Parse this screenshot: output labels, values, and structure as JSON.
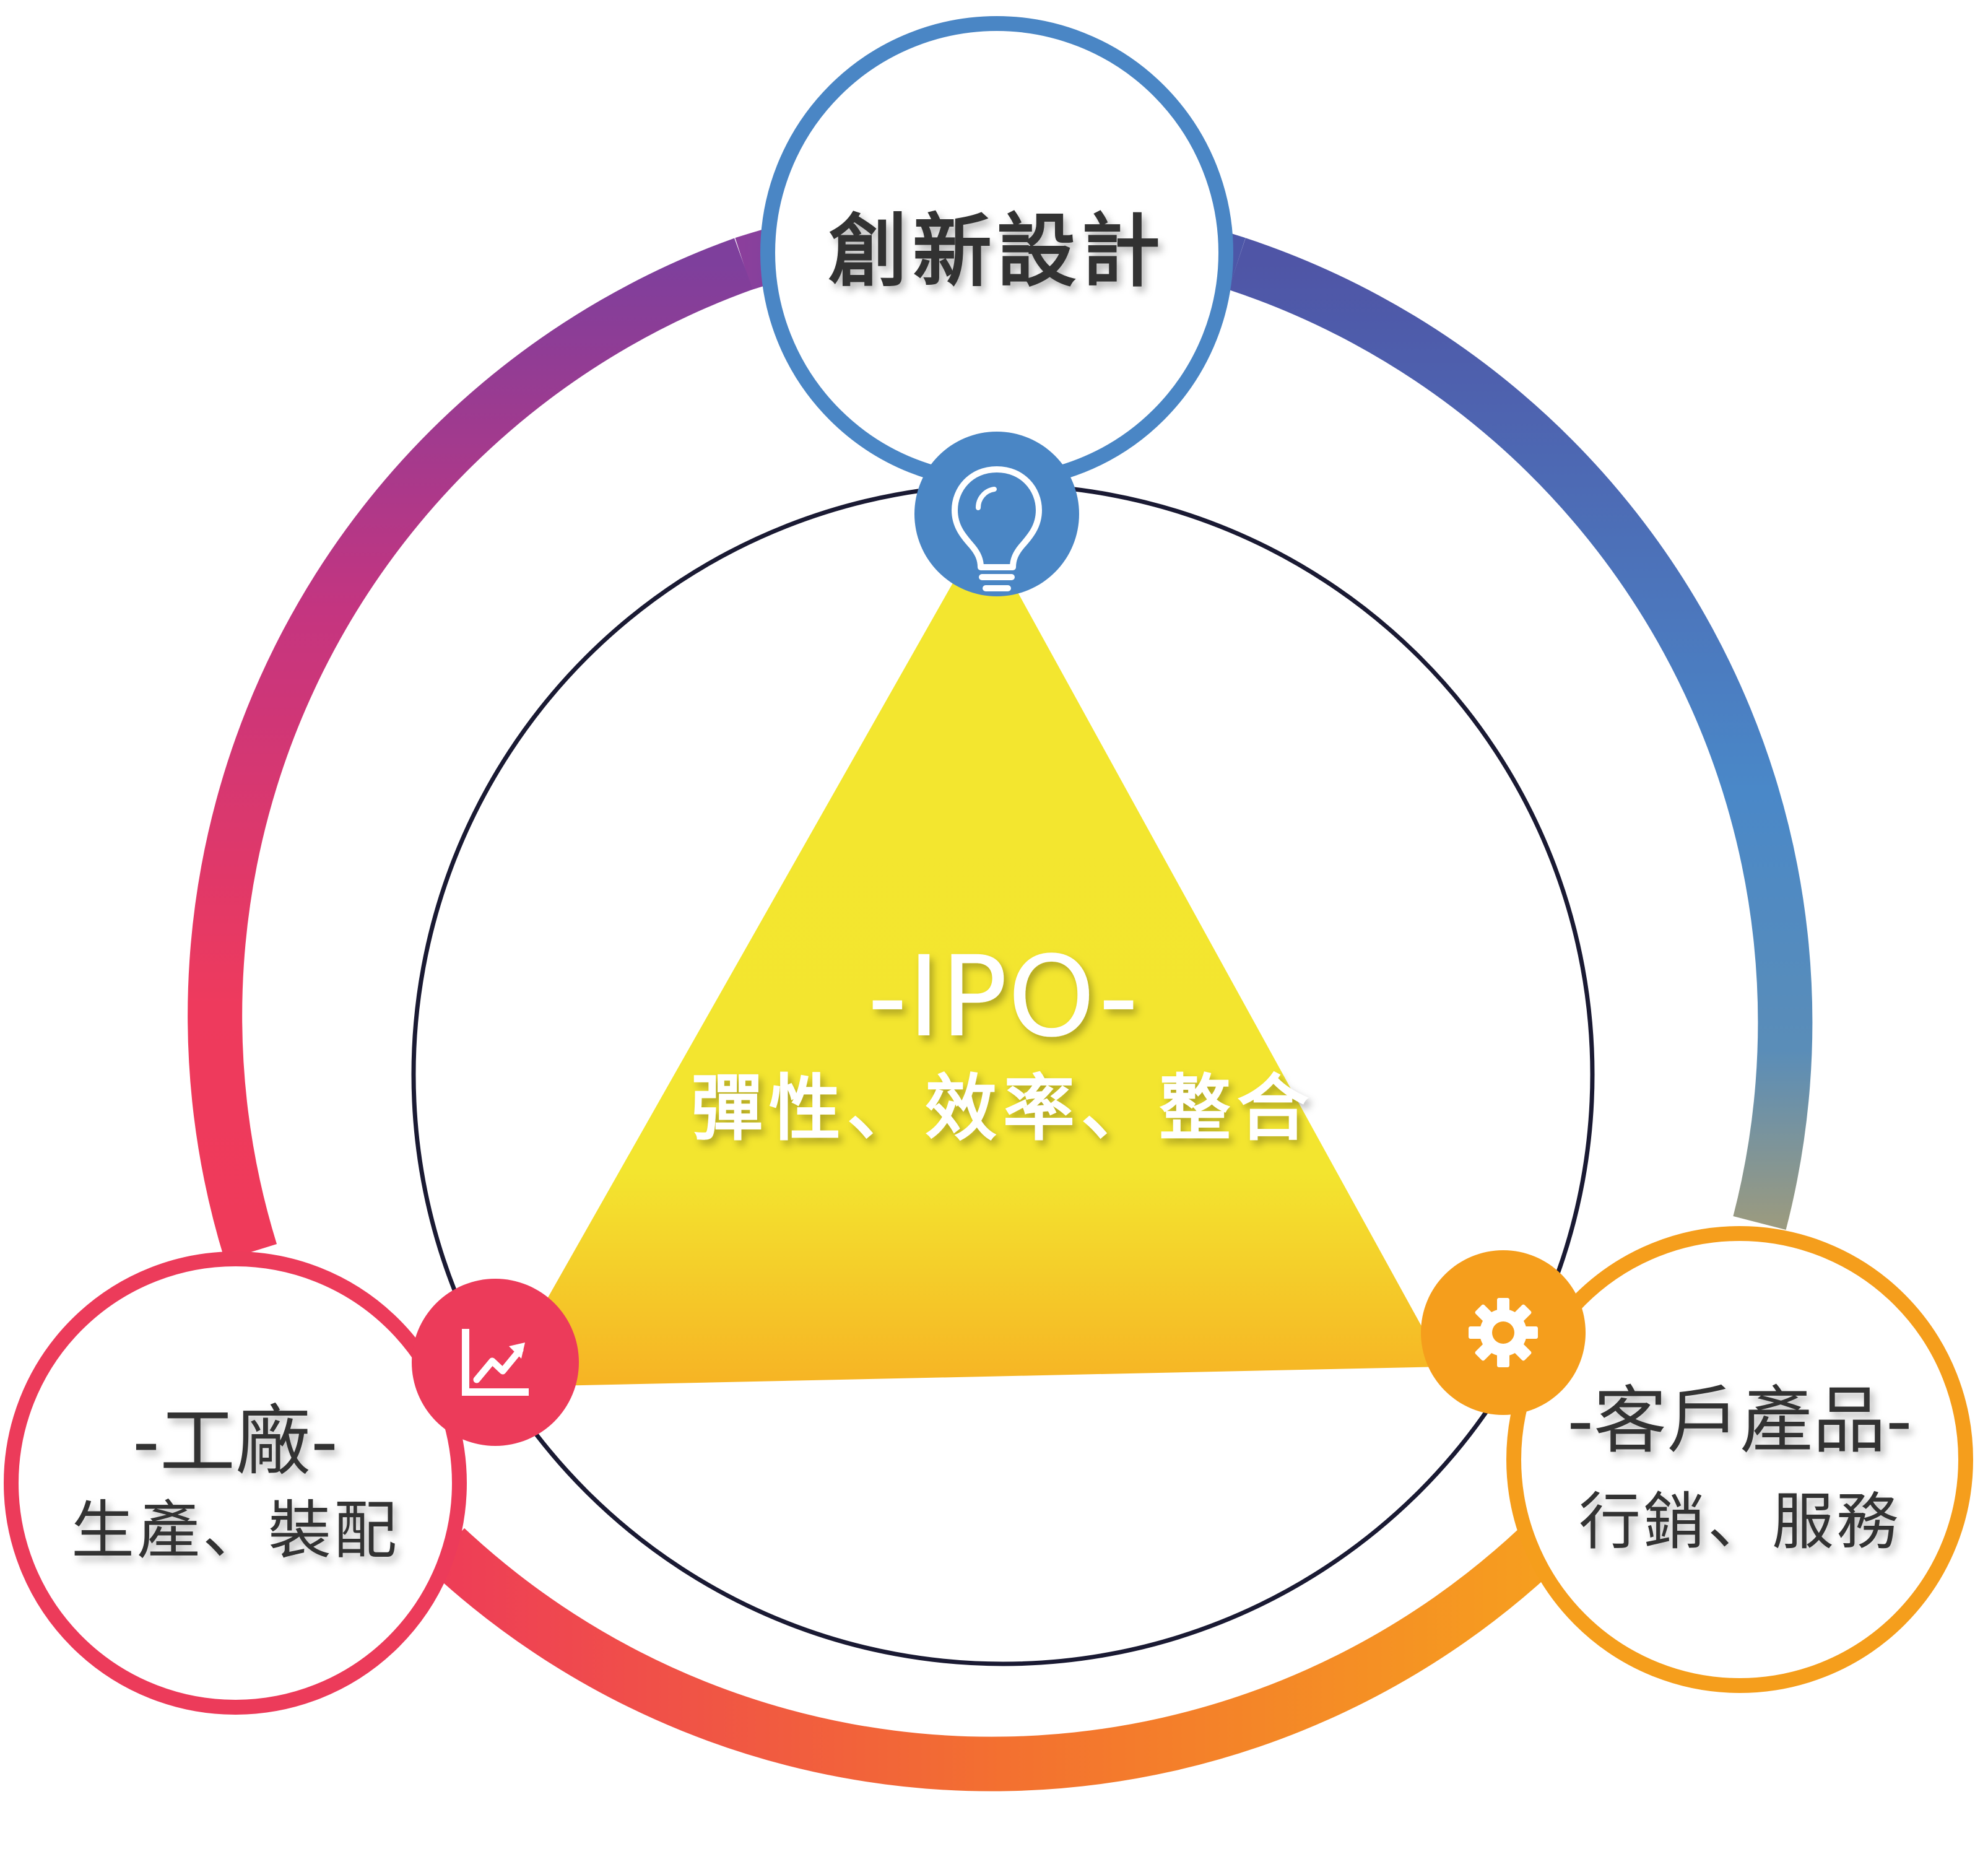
{
  "center": {
    "title": "-IPO-",
    "subtitle": "彈性、效率、整合"
  },
  "nodes": {
    "top": {
      "title": "創新設計",
      "icon": "lightbulb-icon",
      "color": "#4A86C5"
    },
    "left": {
      "title": "-工廠-",
      "subtitle": "生產、裝配",
      "icon": "chart-growth-icon",
      "color": "#EC3B5A"
    },
    "right": {
      "title": "-客戶產品-",
      "subtitle": "行銷、服務",
      "icon": "gear-icon",
      "color": "#F59E1C"
    }
  },
  "colors": {
    "ring_top": "#5450A3",
    "ring_left": "#C2357F",
    "ring_right": "#4A86C5",
    "ring_bottom": "#F0793A",
    "triangle_top": "#F3E62F",
    "triangle_bottom": "#F6B324",
    "inner_circle_stroke": "#1A1A33"
  }
}
